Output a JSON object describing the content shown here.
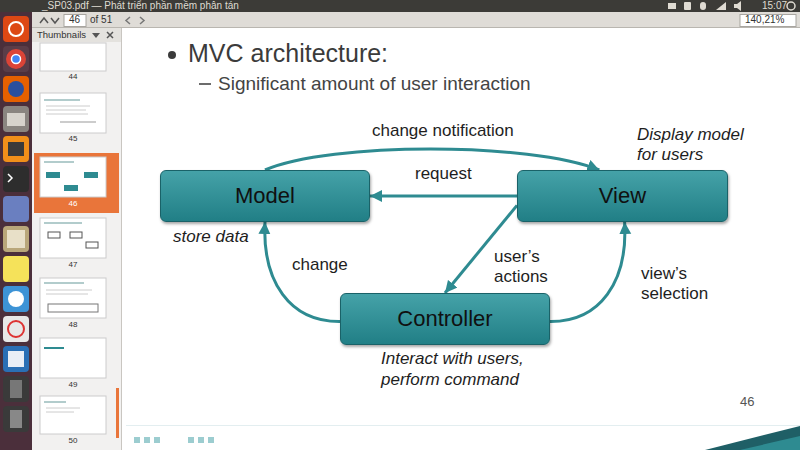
{
  "diagram": {
    "title": "MVC architecture:",
    "nodes": [
      {
        "text": [
          "Model",
          "store data"
        ]
      },
      {
        "text": [
          "View",
          "Display model for users"
        ]
      },
      {
        "text": [
          "Controller",
          "Interact with users, perform command"
        ]
      }
    ],
    "edges": [
      {
        "from": 0,
        "to": 1,
        "label": "change notification",
        "arrow": "to"
      },
      {
        "from": 1,
        "to": 0,
        "label": "request",
        "arrow": "to"
      },
      {
        "from": 1,
        "to": 2,
        "label": "user’s actions",
        "arrow": "to"
      },
      {
        "from": 2,
        "to": 0,
        "label": "change",
        "arrow": "to"
      },
      {
        "from": 2,
        "to": 1,
        "label": "view’s selection",
        "arrow": "to"
      }
    ],
    "labels": [
      "_SP03.pdf — Phát triển phần mềm phân tán",
      "15:07",
      "46",
      "of 51",
      "140,21%",
      "Thumbnails",
      "44",
      "45",
      "46",
      "47",
      "48",
      "49",
      "50",
      "Significant amount of user interaction",
      "46"
    ]
  }
}
